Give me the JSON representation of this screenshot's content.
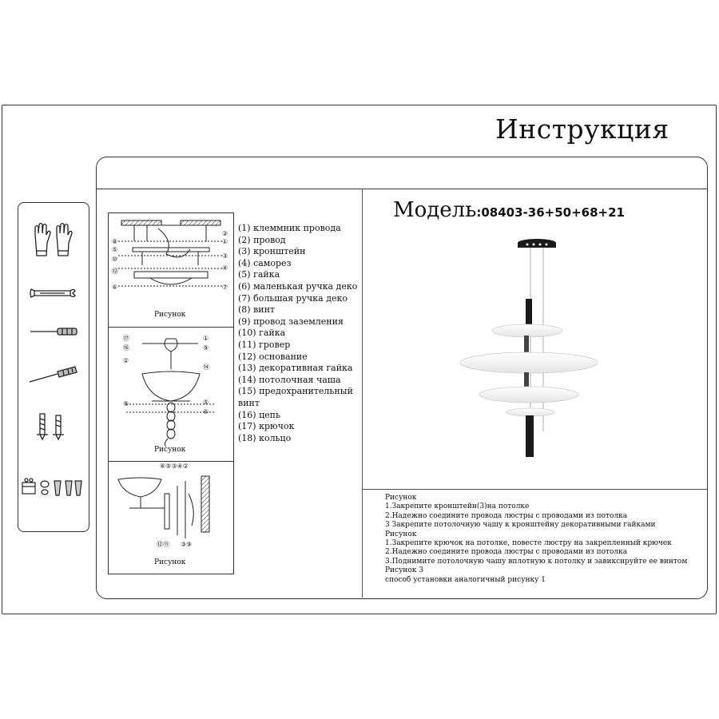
{
  "title": "Инструкция",
  "model": {
    "label": "Модель",
    "code": ":08403-36+50+68+21"
  },
  "figure_captions": [
    "Рисунок",
    "Рисунок",
    "Рисунок"
  ],
  "parts": [
    "(1) клеммник провода",
    "(2) провод",
    "(3) кронштейн",
    "(4) саморез",
    "(5) гайка",
    "(6) маленькая ручка деко",
    "(7) большая ручка деко",
    "(8) винт",
    "(9) провод заземления",
    "(10) гайка",
    "(11) гровер",
    "(12) основание",
    "(13) декоративная гайка",
    "(14) потолочная чаша",
    "(15) предохранительный",
    "винт",
    "(16) цепь",
    "(17) крючок",
    "(18) кольцо"
  ],
  "steps": [
    "Рисунок",
    "1.Закрепите кронштейн(3)на потолке",
    "2.Надежно соедините провода люстры с проводами из потолка",
    "3 Закрепите потолочную чашу к кронштейну декоративными гайками",
    "Рисунок",
    "1.Закрепите крючок на потолке, повесте люстру на закрепленный крючек",
    "2.Надежно соедините провода люстры с проводами из потолка",
    "3.Поднимите потолочную чашу вплотную к потолку и завиксируйте ее винтом",
    "Рисунок 3",
    "способ установки аналогичный рисунку 1"
  ],
  "tool_icons": [
    "gloves-icon",
    "wrench-icon",
    "screwdriver-icon",
    "screwdriver-icon",
    "screw-anchor-icon",
    "connector-icon"
  ],
  "colors": {
    "line": "#333333",
    "lamp_disc": "#f2f2f2",
    "lamp_body": "#1a1a1a"
  }
}
